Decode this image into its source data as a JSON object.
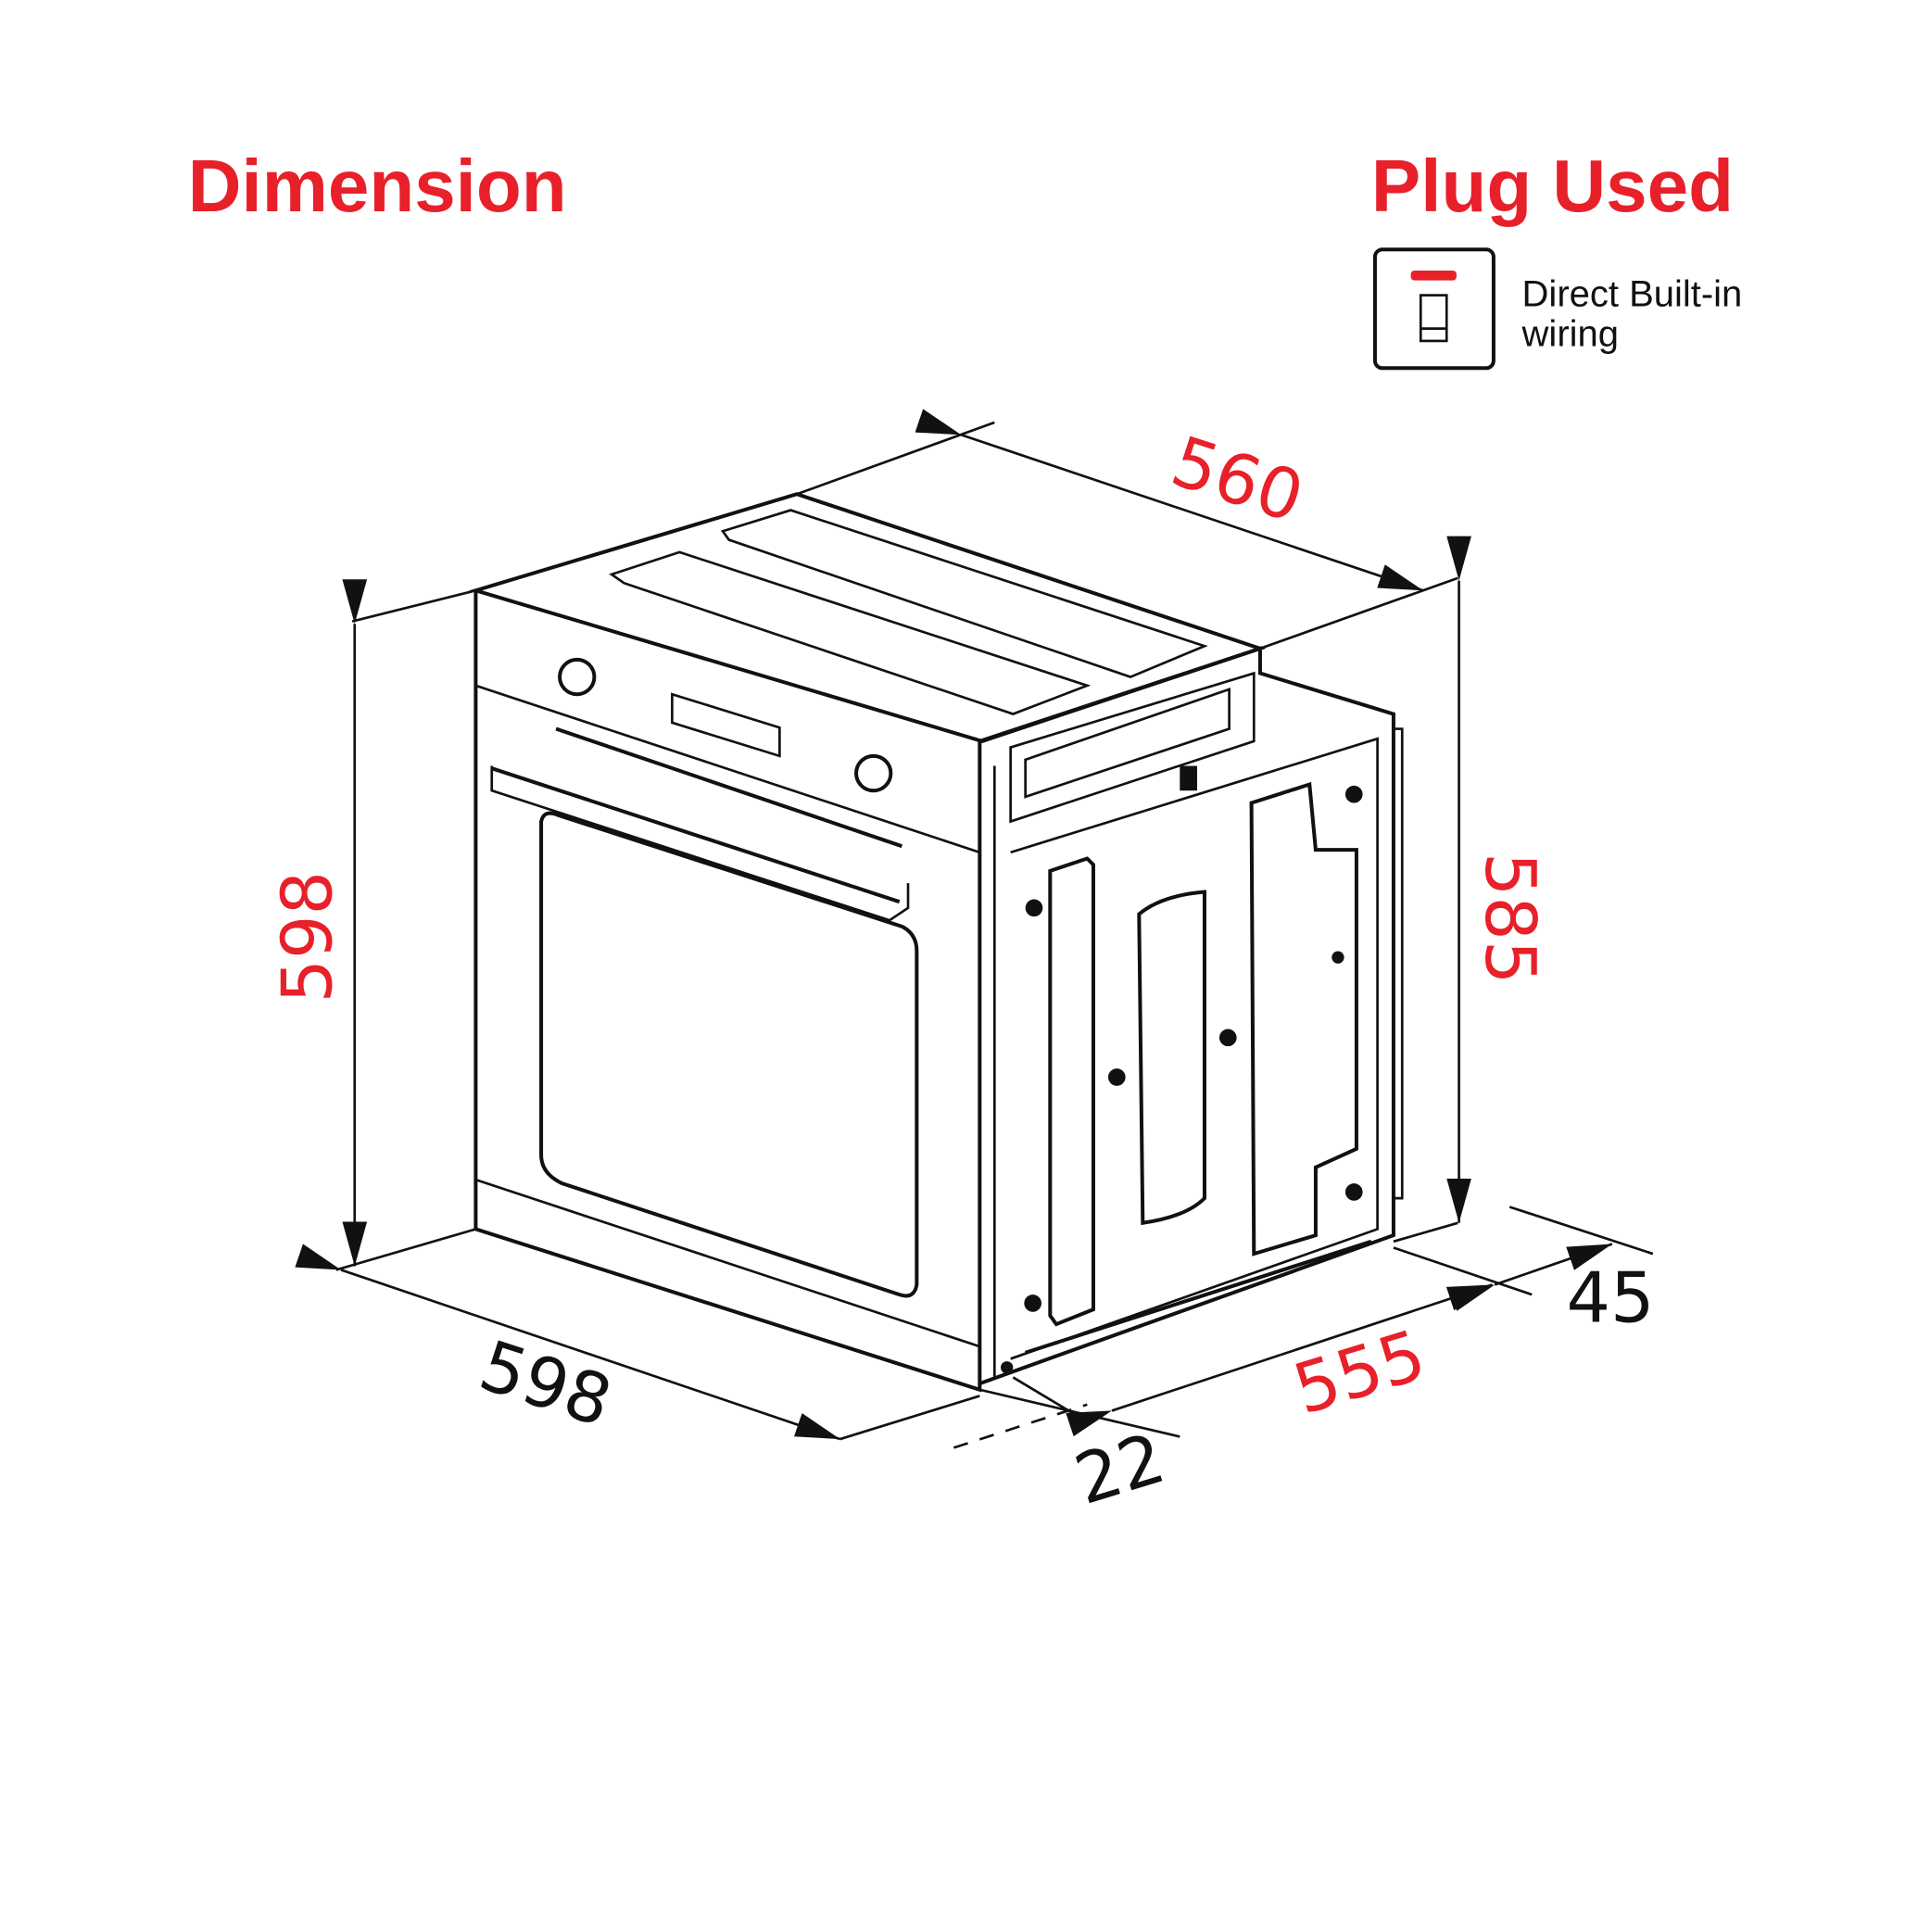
{
  "headings": {
    "dimension": "Dimension",
    "plug_used": "Plug Used"
  },
  "plug": {
    "icon": "wall-switch-icon",
    "line1": "Direct Built-in",
    "line2": "wiring"
  },
  "dimensions": {
    "depth_top": "560",
    "height_front": "598",
    "height_side": "585",
    "width_front": "598",
    "depth_side": "555",
    "front_offset": "22",
    "rear_offset": "45"
  },
  "colors": {
    "accent": "#e8202a",
    "line": "#111111"
  }
}
